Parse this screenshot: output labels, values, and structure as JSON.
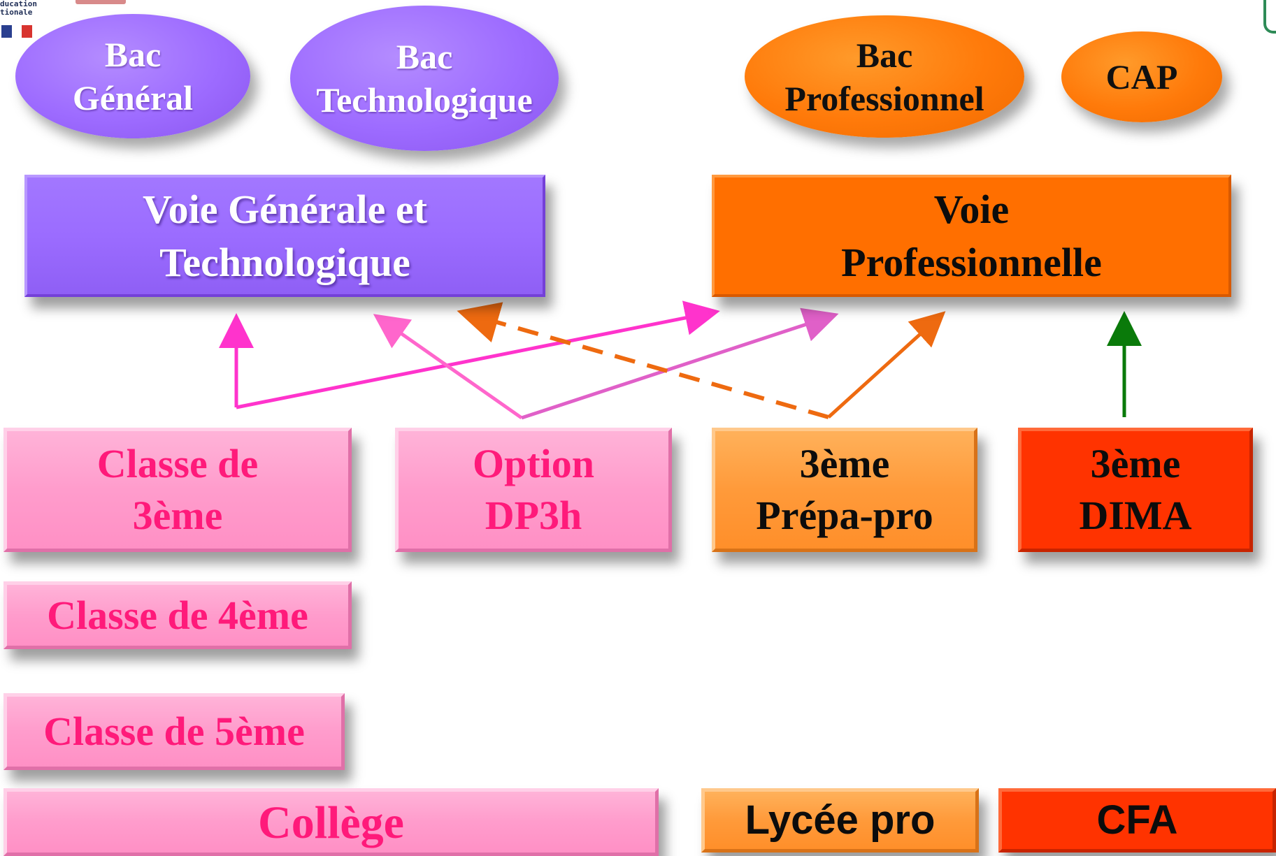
{
  "logo": {
    "text": "ducation\ntionale"
  },
  "ellipses": {
    "bac_general": "Bac\nGénéral",
    "bac_technologique": "Bac\nTechnologique",
    "bac_professionnel": "Bac\nProfessionnel",
    "cap": "CAP"
  },
  "paths": {
    "voie_generale": "Voie Générale et\nTechnologique",
    "voie_professionnelle": "Voie\nProfessionnelle"
  },
  "classes": {
    "troisieme": "Classe de\n3ème",
    "option_dp3h": "Option\nDP3h",
    "troisieme_prepa_pro": "3ème\nPrépa-pro",
    "troisieme_dima": "3ème\nDIMA",
    "quatrieme": "Classe de 4ème",
    "cinquieme": "Classe de 5ème"
  },
  "institutions": {
    "college": "Collège",
    "lycee_pro": "Lycée pro",
    "cfa": "CFA"
  },
  "colors": {
    "general_track": "#9b6cff",
    "professional_track": "#ff6f00",
    "college_pink": "#ff9ccc",
    "pink_text": "#ff1a7a",
    "prepa_pro": "#ff9a3a",
    "dima_red": "#ff3300",
    "arrow_magenta": "#ff33cc",
    "arrow_pink": "#ff66cc",
    "arrow_orange": "#ee6a10",
    "arrow_green": "#0a7a0a"
  },
  "edges": [
    {
      "from": "Classe de 3ème",
      "to": "Voie Générale et Technologique",
      "style": "solid",
      "color": "magenta"
    },
    {
      "from": "Classe de 3ème",
      "to": "Voie Professionnelle",
      "style": "solid",
      "color": "magenta"
    },
    {
      "from": "Option DP3h",
      "to": "Voie Générale et Technologique",
      "style": "solid",
      "color": "pink"
    },
    {
      "from": "Option DP3h",
      "to": "Voie Professionnelle",
      "style": "solid",
      "color": "pink"
    },
    {
      "from": "3ème Prépa-pro",
      "to": "Voie Générale et Technologique",
      "style": "dashed",
      "color": "orange"
    },
    {
      "from": "3ème Prépa-pro",
      "to": "Voie Professionnelle",
      "style": "solid",
      "color": "orange"
    },
    {
      "from": "3ème DIMA",
      "to": "Voie Professionnelle",
      "style": "solid",
      "color": "green"
    }
  ]
}
